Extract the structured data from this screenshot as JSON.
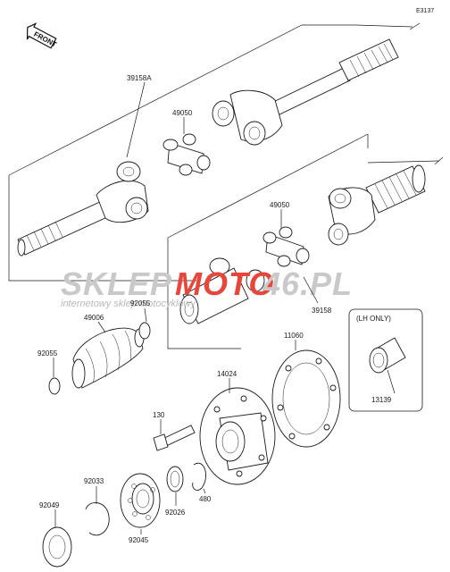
{
  "diagram_code": "E3137",
  "front_label": "FRONT",
  "watermark": {
    "brand_left": "SKLEP",
    "brand_mid": "MOTO",
    "brand_right": "46.PL",
    "tagline": "internetowy sklep motocyklowy",
    "colors": {
      "grey": "#c9c9c9",
      "red": "#e8463a"
    }
  },
  "box_note": "(LH ONLY)",
  "parts": {
    "p39158A": "39158A",
    "p49050_top": "49050",
    "p49050_mid": "49050",
    "p39158": "39158",
    "p92055_a": "92055",
    "p49006": "49006",
    "p92055_b": "92055",
    "p11060": "11060",
    "p13139": "13139",
    "p14024": "14024",
    "p130": "130",
    "p92033": "92033",
    "p92049": "92049",
    "p92045": "92045",
    "p92026": "92026",
    "p480": "480"
  }
}
